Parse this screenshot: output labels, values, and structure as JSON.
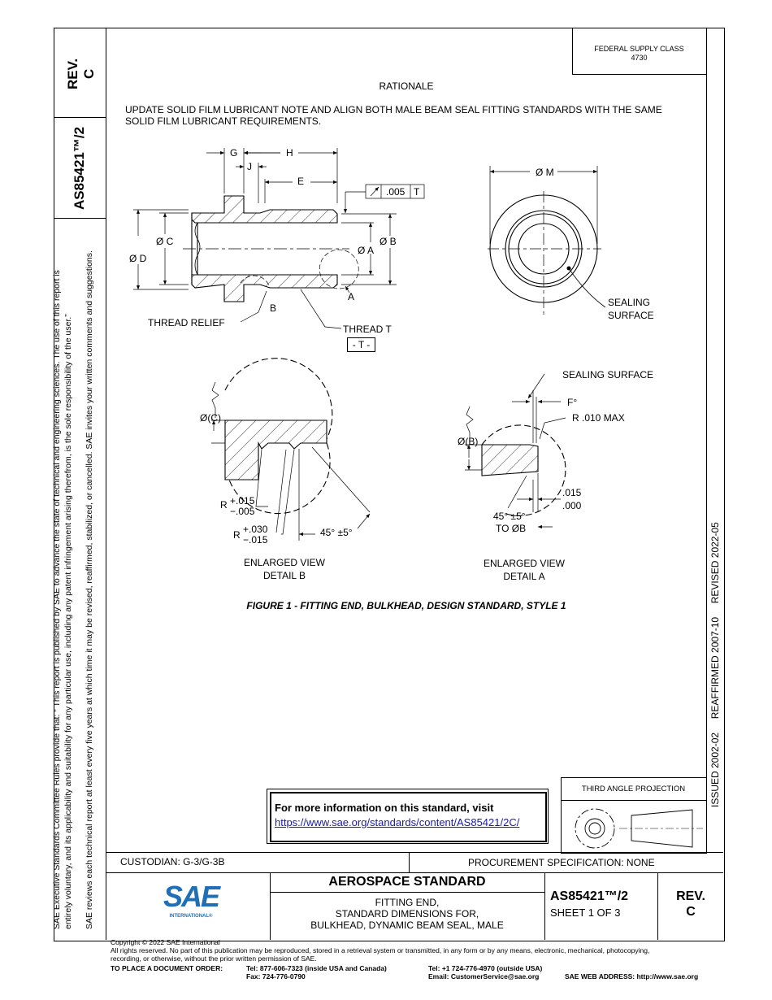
{
  "header": {
    "fsc_label": "FEDERAL SUPPLY CLASS",
    "fsc_value": "4730",
    "rev_left": "REV.",
    "rev_left_value": "C",
    "doc_left": "AS85421™/2"
  },
  "rationale": {
    "title": "RATIONALE",
    "text_line1": "UPDATE SOLID FILM LUBRICANT NOTE AND ALIGN BOTH MALE BEAM SEAL FITTING STANDARDS WITH THE SAME",
    "text_line2": "SOLID FILM LUBRICANT REQUIREMENTS."
  },
  "figure": {
    "caption": "FIGURE 1 - FITTING END, BULKHEAD, DESIGN STANDARD, STYLE 1",
    "dims": {
      "g": "G",
      "h": "H",
      "j": "J",
      "e": "E",
      "c": "Ø C",
      "d": "Ø D",
      "a": "Ø A",
      "b": "Ø B",
      "m": "Ø M",
      "tol": ".005",
      "datum": "T",
      "leader_a": "A",
      "leader_b": "B",
      "thread_relief": "THREAD RELIEF",
      "thread_t": "THREAD T",
      "datum_box": "- T -",
      "sealing_surface_1": "SEALING",
      "sealing_surface_2": "SURFACE",
      "sealing_surface_top": "SEALING SURFACE",
      "f_deg": "F°",
      "r_max": "R .010 MAX",
      "c_paren": "Ø(C)",
      "b_paren": "Ø(B)",
      "r1_plus": "+.015",
      "r1_minus": "−.005",
      "r2_plus": "+.030",
      "r2_minus": "−.015",
      "r_letter": "R",
      "angle_b": "45° ±5°",
      "dim_015": ".015",
      "dim_000": ".000",
      "angle_a": "45° ±5°",
      "to_b": "TO ØB",
      "detail_b_1": "ENLARGED VIEW",
      "detail_b_2": "DETAIL B",
      "detail_a_1": "ENLARGED VIEW",
      "detail_a_2": "DETAIL A"
    }
  },
  "info_box": {
    "title": "For more information on this standard, visit",
    "url": "https://www.sae.org/standards/content/AS85421/2C/"
  },
  "projection": {
    "label": "THIRD ANGLE PROJECTION"
  },
  "right_strip": "ISSUED 2002-02     REAFFIRMED 2007-10     REVISED 2022-05",
  "left_notice": {
    "line1": "SAE Executive Standards Committee Rules provide that: “  This report is published by SAE to advance the state of technical and engineering sciences. The use of this report is",
    "line2": "entirely voluntary, and its applicability and suitability for any particular use, including any patent infringement arising therefrom, is the sole responsibility of the user.”",
    "line3": "SAE reviews each technical report at least every five years at which time it may be revised, reaffirmed, stabilized, or cancelled. SAE invites your written comments and suggestions."
  },
  "title_block": {
    "custodian": "CUSTODIAN: G-3/G-3B",
    "procurement": "PROCUREMENT SPECIFICATION: NONE",
    "logo_text": "SAE",
    "logo_sub": "INTERNATIONAL®",
    "standard_title": "AEROSPACE STANDARD",
    "desc1": "FITTING END,",
    "desc2": "STANDARD DIMENSIONS FOR,",
    "desc3": "BULKHEAD, DYNAMIC BEAM SEAL, MALE",
    "doc_number": "AS85421™/2",
    "sheet": "SHEET 1 OF 3",
    "rev_label": "REV.",
    "rev_value": "C"
  },
  "footer": {
    "copyright": "Copyright © 2022 SAE International",
    "rights1": "All rights reserved. No part of this publication may be reproduced, stored in a retrieval system or transmitted, in any form or by any means, electronic, mechanical, photocopying,",
    "rights2": "recording, or otherwise, without the prior written permission of SAE.",
    "order_label": "TO PLACE A DOCUMENT ORDER:",
    "tel_us": "Tel: 877-606-7323 (inside USA and Canada)",
    "fax": "Fax: 724-776-0790",
    "tel_intl": "Tel: +1 724-776-4970 (outside USA)",
    "email": "Email: CustomerService@sae.org",
    "web": "SAE WEB ADDRESS: http://www.sae.org"
  }
}
